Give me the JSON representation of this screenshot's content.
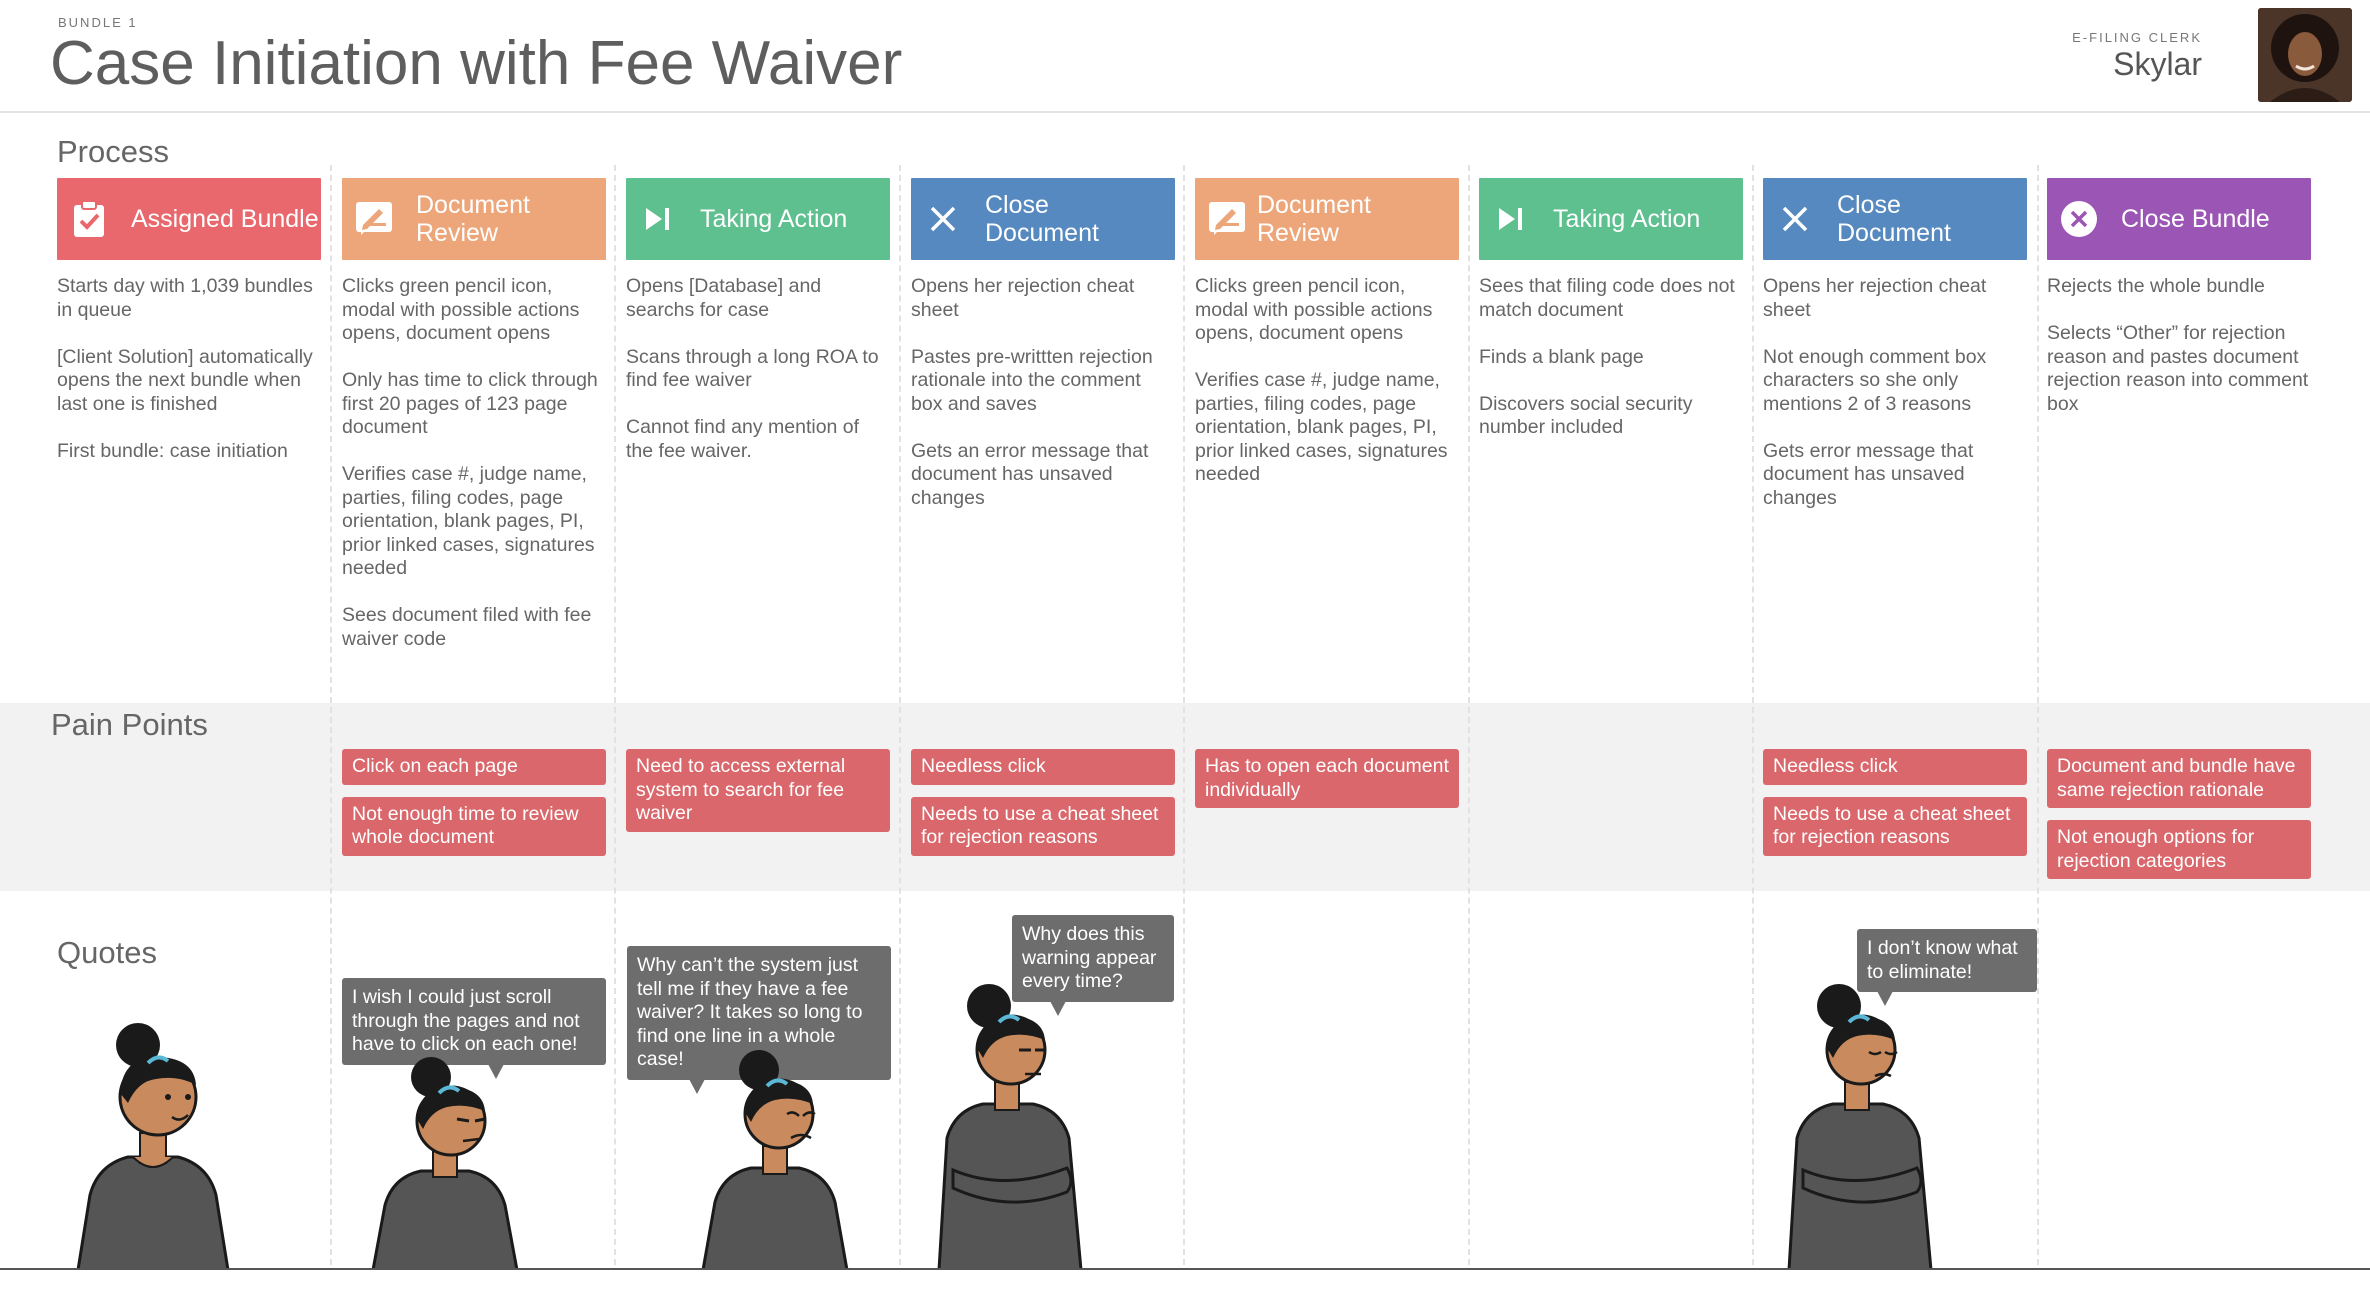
{
  "header": {
    "kicker": "BUNDLE 1",
    "title": "Case Initiation with Fee Waiver",
    "persona_role": "E-FILING CLERK",
    "persona_name": "Skylar"
  },
  "sections": {
    "process": "Process",
    "pain_points": "Pain Points",
    "quotes": "Quotes"
  },
  "steps": [
    {
      "label": "Assigned Bundle",
      "icon": "clipboard-check-icon",
      "color": "#e8686d",
      "desc": [
        "Starts day with 1,039 bundles in queue",
        "[Client Solution] automatically opens the next bundle when last one is finished",
        "First bundle: case initiation"
      ]
    },
    {
      "label": "Document Review",
      "icon": "pencil-icon",
      "color": "#eda67a",
      "desc": [
        "Clicks green pencil icon, modal with possible actions opens, document opens",
        "Only has time to click through first 20 pages of 123 page document",
        "Verifies case #, judge name, parties, filing codes, page orientation, blank pages, PI, prior linked cases, signatures needed",
        "Sees document filed with fee waiver code"
      ]
    },
    {
      "label": "Taking Action",
      "icon": "skip-forward-icon",
      "color": "#5ebf8f",
      "desc": [
        "Opens [Database] and searchs for case",
        "Scans through a long ROA to find fee waiver",
        "Cannot find any mention of the fee waiver."
      ]
    },
    {
      "label": "Close Document",
      "icon": "close-x-icon",
      "color": "#5589bf",
      "desc": [
        "Opens her rejection cheat sheet",
        "Pastes pre-writtten rejection rationale into the comment box and saves",
        "Gets an error message that document  has unsaved changes"
      ]
    },
    {
      "label": "Document Review",
      "icon": "pencil-icon",
      "color": "#eda67a",
      "desc": [
        "Clicks green pencil icon, modal with possible actions opens, document opens",
        "Verifies case #, judge name, parties, filing codes, page orientation, blank pages, PI, prior linked cases, signatures needed"
      ]
    },
    {
      "label": "Taking Action",
      "icon": "skip-forward-icon",
      "color": "#5ebf8f",
      "desc": [
        "Sees that filing code does not match document",
        "Finds a blank page",
        "Discovers social security number included"
      ]
    },
    {
      "label": "Close Document",
      "icon": "close-x-icon",
      "color": "#5589bf",
      "desc": [
        "Opens her rejection cheat sheet",
        "Not enough comment box characters so she only mentions 2 of 3 reasons",
        "Gets error message that document  has unsaved changes"
      ]
    },
    {
      "label": "Close Bundle",
      "icon": "circle-x-icon",
      "color": "#9b55b5",
      "desc": [
        "Rejects the whole bundle",
        "Selects “Other” for rejection reason and pastes document rejection reason into comment box"
      ]
    }
  ],
  "pain_points": [
    [],
    [
      "Click on each page",
      "Not enough time to review whole document"
    ],
    [
      "Need to access external system to search for fee waiver"
    ],
    [
      "Needless click",
      "Needs to use a cheat sheet for rejection reasons"
    ],
    [
      "Has to open each document individually"
    ],
    [],
    [
      "Needless click",
      "Needs to use a cheat sheet for rejection reasons"
    ],
    [
      "Document and bundle have same rejection rationale",
      "Not enough options for rejection categories"
    ]
  ],
  "quotes": [
    "I wish I could just scroll through the pages and not have to click on each one!",
    "Why can’t the system just tell me if they have a fee waiver? It takes so long to find one line in a whole case!",
    "Why does this warning appear every time?",
    "I don’t know what to eliminate!"
  ]
}
